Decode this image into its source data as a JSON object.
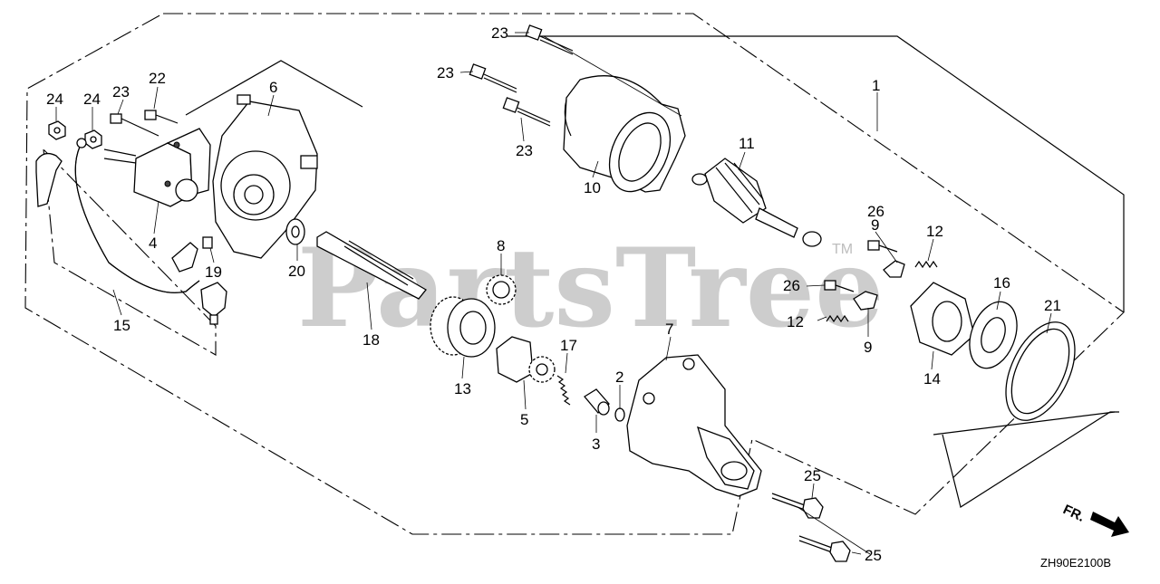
{
  "diagram": {
    "watermark": "PartsTree",
    "watermark_tm": "TM",
    "direction_marker": "FR.",
    "diagram_code": "ZH90E2100B",
    "callouts": [
      {
        "id": "c1",
        "label": "1"
      },
      {
        "id": "c2",
        "label": "2"
      },
      {
        "id": "c3",
        "label": "3"
      },
      {
        "id": "c4",
        "label": "4"
      },
      {
        "id": "c5",
        "label": "5"
      },
      {
        "id": "c6",
        "label": "6"
      },
      {
        "id": "c7",
        "label": "7"
      },
      {
        "id": "c8",
        "label": "8"
      },
      {
        "id": "c9a",
        "label": "9"
      },
      {
        "id": "c9b",
        "label": "9"
      },
      {
        "id": "c10",
        "label": "10"
      },
      {
        "id": "c11",
        "label": "11"
      },
      {
        "id": "c12a",
        "label": "12"
      },
      {
        "id": "c12b",
        "label": "12"
      },
      {
        "id": "c13",
        "label": "13"
      },
      {
        "id": "c14",
        "label": "14"
      },
      {
        "id": "c15",
        "label": "15"
      },
      {
        "id": "c16",
        "label": "16"
      },
      {
        "id": "c17",
        "label": "17"
      },
      {
        "id": "c18",
        "label": "18"
      },
      {
        "id": "c19",
        "label": "19"
      },
      {
        "id": "c20",
        "label": "20"
      },
      {
        "id": "c21",
        "label": "21"
      },
      {
        "id": "c22",
        "label": "22"
      },
      {
        "id": "c23a",
        "label": "23"
      },
      {
        "id": "c23b",
        "label": "23"
      },
      {
        "id": "c23c",
        "label": "23"
      },
      {
        "id": "c23d",
        "label": "23"
      },
      {
        "id": "c24a",
        "label": "24"
      },
      {
        "id": "c24b",
        "label": "24"
      },
      {
        "id": "c25a",
        "label": "25"
      },
      {
        "id": "c25b",
        "label": "25"
      },
      {
        "id": "c26a",
        "label": "26"
      },
      {
        "id": "c26b",
        "label": "26"
      }
    ]
  }
}
